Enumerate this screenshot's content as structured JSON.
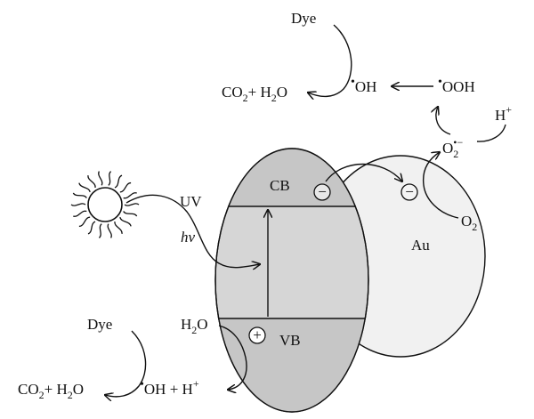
{
  "diagram": {
    "labels": {
      "dye_top": "Dye",
      "dye_bottom": "Dye",
      "co2_h2o_top": {
        "main": "CO",
        "sub1": "2",
        "mid": "+ H",
        "sub2": "2",
        "end": "O"
      },
      "co2_h2o_bottom": {
        "main": "CO",
        "sub1": "2",
        "mid": "+ H",
        "sub2": "2",
        "end": "O"
      },
      "oh_top": {
        "dot": "•",
        "text": "OH"
      },
      "ooh": {
        "dot": "•",
        "text": "OOH"
      },
      "h_plus_top": {
        "text": "H",
        "sup": "+"
      },
      "o2_radical": {
        "text": "O",
        "sub": "2",
        "sup": "•−"
      },
      "o2": {
        "text": "O",
        "sub": "2"
      },
      "uv": "UV",
      "hv": "hν",
      "cb": "CB",
      "vb": "VB",
      "au": "Au",
      "h2o": {
        "text": "H",
        "sub": "2",
        "end": "O"
      },
      "oh_h_bottom": {
        "dot": "•",
        "text": "OH + H",
        "sup": "+"
      },
      "electron": "−",
      "hole": "+"
    },
    "colors": {
      "semiconductor_fill": "#d6d6d6",
      "band_fill": "#c6c6c6",
      "gold_fill": "#f1f1f1",
      "line": "#111111",
      "background": "#ffffff"
    }
  }
}
